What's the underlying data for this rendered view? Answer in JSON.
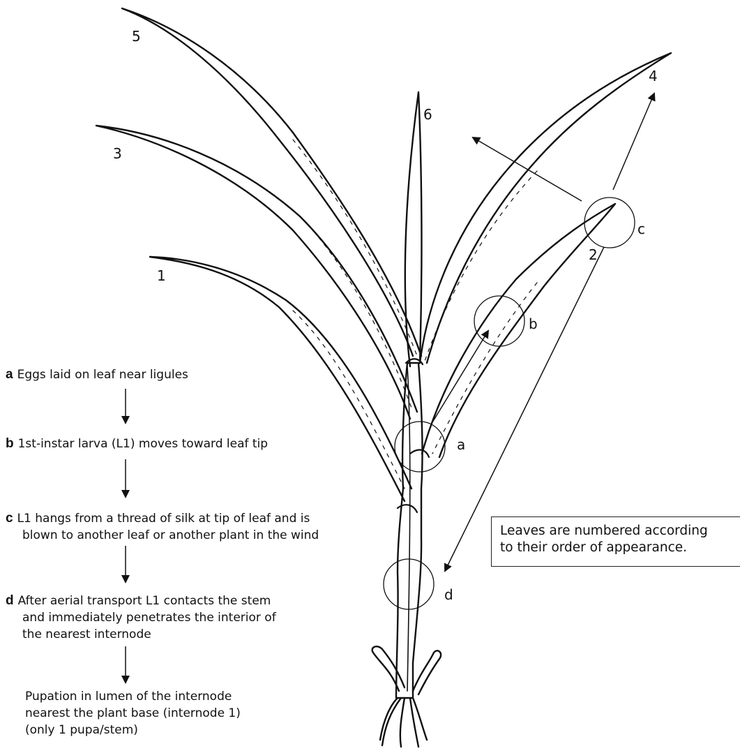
{
  "leaf_numbers": [
    "5",
    "3",
    "1",
    "6",
    "4",
    "2"
  ],
  "circle_labels": [
    "a",
    "b",
    "c",
    "d"
  ],
  "steps": [
    {
      "letter": "a",
      "text": "Eggs laid on leaf near ligules",
      "text2": ""
    },
    {
      "letter": "b",
      "text": "1st-instar larva (L1) moves toward leaf tip",
      "text2": ""
    },
    {
      "letter": "c",
      "text": "L1 hangs from a thread of silk at tip of leaf and is",
      "text2": "blown to another leaf or another plant in the wind"
    },
    {
      "letter": "d",
      "text": "After aerial transport L1 contacts the stem",
      "text2": "and immediately penetrates the interior of",
      "text3": "the nearest internode"
    },
    {
      "letter": "",
      "text": "Pupation in lumen of the internode",
      "text2": "nearest the plant base (internode 1)",
      "text3": "(only 1 pupa/stem)"
    }
  ],
  "note": {
    "line1": "Leaves are numbered according",
    "line2": "to their order of appearance."
  }
}
